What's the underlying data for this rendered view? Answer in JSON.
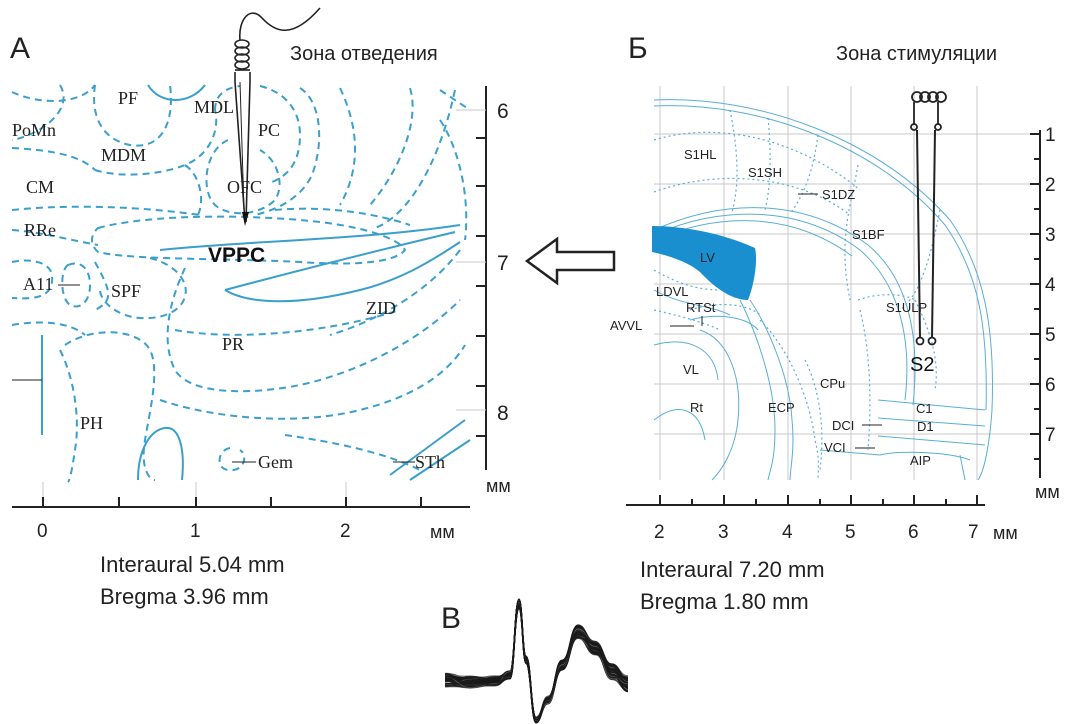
{
  "panel_a": {
    "letter": "А",
    "zone_title": "Зона отведения",
    "structure_labels": [
      "PF",
      "MDL",
      "PoMn",
      "PC",
      "MDM",
      "CM",
      "OFC",
      "RRe",
      "A11",
      "SPF",
      "ZID",
      "PR",
      "PH",
      "Gem",
      "STh"
    ],
    "target_label": "VPPC",
    "x_ticks": [
      "0",
      "1",
      "2"
    ],
    "x_unit": "мм",
    "y_ticks": [
      "6",
      "7",
      "8"
    ],
    "y_unit": "мм",
    "interaural": "Interaural 5.04 mm",
    "bregma": "Bregma 3.96 mm"
  },
  "panel_b": {
    "letter": "Б",
    "zone_title": "Зона стимуляции",
    "structure_labels": [
      "S1HL",
      "S1SH",
      "S1DZ",
      "S1BF",
      "LV",
      "LDVL",
      "RTSt",
      "AVVL",
      "S1ULP",
      "VL",
      "CPu",
      "Rt",
      "ECP",
      "C1",
      "DCI",
      "D1",
      "VCI",
      "AIP"
    ],
    "electrode_label": "S2",
    "x_ticks": [
      "2",
      "3",
      "4",
      "5",
      "6",
      "7"
    ],
    "x_unit": "мм",
    "y_ticks": [
      "1",
      "2",
      "3",
      "4",
      "5",
      "6",
      "7"
    ],
    "y_unit": "мм",
    "interaural": "Interaural 7.20 mm",
    "bregma": "Bregma 1.80 mm"
  },
  "panel_c": {
    "letter": "В"
  },
  "colors": {
    "atlas_line": "#3a9fcc",
    "ventricle_fill": "#1a8fd0",
    "ink": "#222222"
  }
}
